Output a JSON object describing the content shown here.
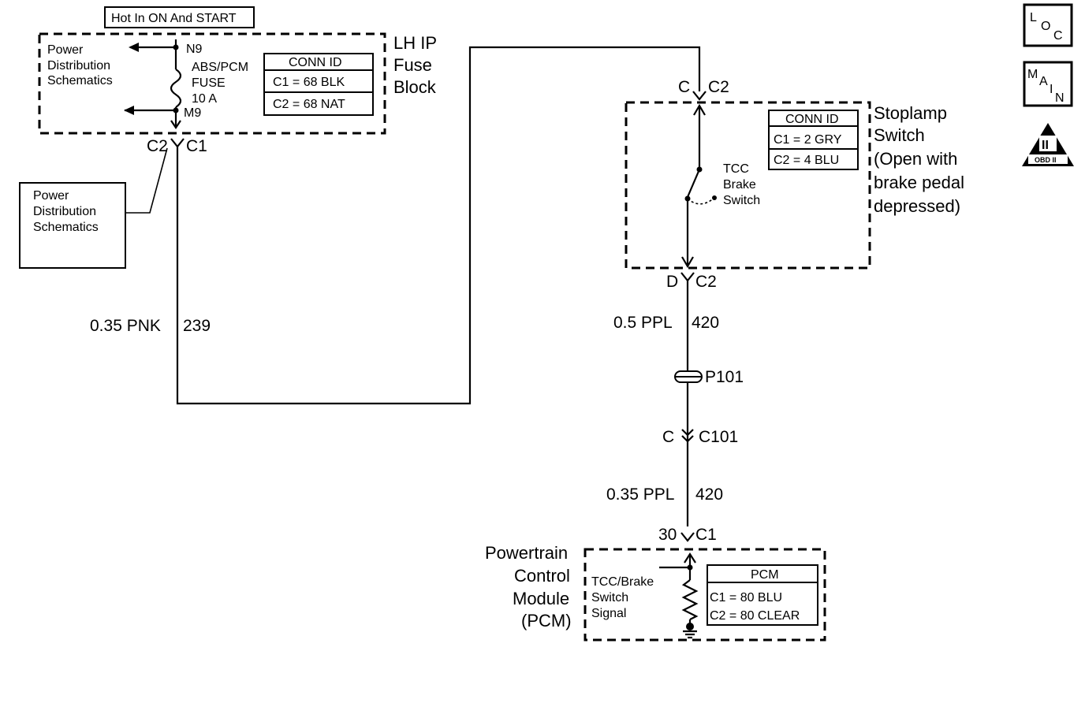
{
  "header_box": "Hot In ON And START",
  "fuse_block": {
    "title_lines": [
      "LH IP",
      "Fuse",
      "Block"
    ],
    "pin_top": "N9",
    "pin_bottom": "M9",
    "fuse_lines": [
      "ABS/PCM",
      "FUSE",
      "10 A"
    ],
    "conn_table": {
      "header": "CONN ID",
      "rows": [
        "C1 = 68 BLK",
        "C2 = 68 NAT"
      ]
    },
    "pds_lines_a": [
      "Power",
      "Distribution",
      "Schematics"
    ],
    "conn_left": "C2",
    "conn_right": "C1"
  },
  "pds_box_lines": [
    "Power",
    "Distribution",
    "Schematics"
  ],
  "wire_left": {
    "gauge_color": "0.35 PNK",
    "circuit": "239"
  },
  "stoplamp": {
    "conn_top_left": "C",
    "conn_top_right": "C2",
    "title_lines": [
      "Stoplamp",
      "Switch",
      "(Open with",
      "brake pedal",
      "depressed)"
    ],
    "switch_lines": [
      "TCC",
      "Brake",
      "Switch"
    ],
    "conn_table": {
      "header": "CONN ID",
      "rows": [
        "C1 = 2 GRY",
        "C2 = 4 BLU"
      ]
    },
    "conn_bottom_left": "D",
    "conn_bottom_right": "C2"
  },
  "wire_right_upper": {
    "gauge_color": "0.5 PPL",
    "circuit": "420"
  },
  "splice": "P101",
  "inline_conn": {
    "left": "C",
    "right": "C101"
  },
  "wire_right_lower": {
    "gauge_color": "0.35 PPL",
    "circuit": "420"
  },
  "pcm": {
    "pin_left": "30",
    "pin_right": "C1",
    "title_lines": [
      "Powertrain",
      "Control",
      "Module",
      "(PCM)"
    ],
    "signal_lines": [
      "TCC/Brake",
      "Switch",
      "Signal"
    ],
    "conn_table": {
      "header": "PCM",
      "rows": [
        "C1 = 80 BLU",
        "C2 = 80 CLEAR"
      ]
    }
  },
  "icons": {
    "loc": {
      "letters": [
        "L",
        "O",
        "C"
      ]
    },
    "main": {
      "letters": [
        "M",
        "A",
        "I",
        "N"
      ]
    },
    "obd": {
      "numeral": "II",
      "caption": "OBD II"
    }
  }
}
